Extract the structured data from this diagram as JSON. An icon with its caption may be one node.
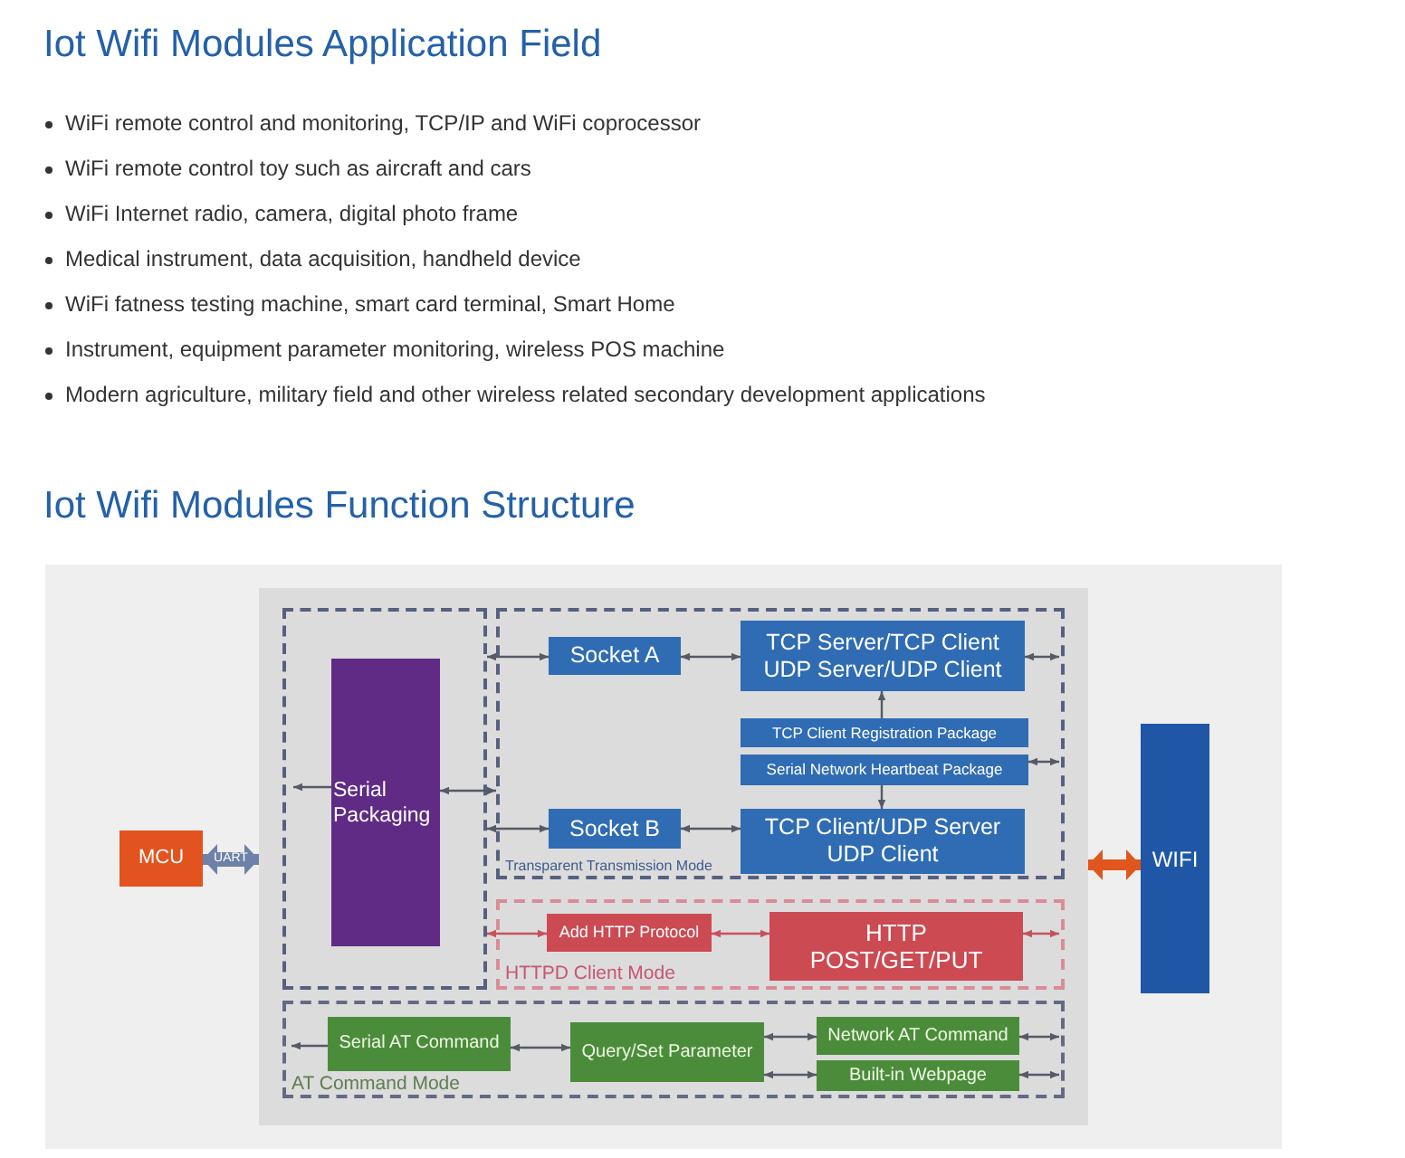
{
  "diagram": {
    "title": "Iot Wifi Modules Application Field",
    "nodes": [
      {
        "text": [
          "MCU"
        ]
      },
      {
        "text": [],
        "shape": "box"
      },
      {
        "text": [],
        "shape": "box",
        "in": 1
      },
      {
        "text": [
          "Serial Packaging"
        ],
        "in": 2
      },
      {
        "text": [
          "Transparent Transmission Mode"
        ],
        "in": 1
      },
      {
        "text": [
          "Socket A"
        ],
        "in": 4
      },
      {
        "text": [
          "TCP Server/TCP Client",
          "UDP Server/UDP Client"
        ],
        "in": 4
      },
      {
        "text": [
          "TCP Client Registration Package"
        ],
        "in": 4
      },
      {
        "text": [
          "Serial Network Heartbeat Package"
        ],
        "in": 4
      },
      {
        "text": [
          "Socket B"
        ],
        "in": 4
      },
      {
        "text": [
          "TCP Client/UDP Server",
          "UDP Client"
        ],
        "in": 4
      },
      {
        "text": [
          "HTTPD Client Mode"
        ],
        "in": 1
      },
      {
        "text": [
          "Add HTTP Protocol"
        ],
        "in": 11
      },
      {
        "text": [
          "HTTP POST/GET/PUT"
        ],
        "in": 11
      },
      {
        "text": [
          "AT Command Mode"
        ],
        "in": 1
      },
      {
        "text": [
          "Serial AT Command"
        ],
        "in": 14
      },
      {
        "text": [
          "Query/Set Parameter"
        ],
        "in": 14
      },
      {
        "text": [
          "Network AT Command"
        ],
        "in": 14
      },
      {
        "text": [
          "Built-in Webpage"
        ],
        "in": 14
      },
      {
        "text": [
          "WIFI"
        ]
      }
    ],
    "edges": [
      {
        "from": 0,
        "to": 1,
        "arrow": "both",
        "label": "UART",
        "style": "thick",
        "color": "#6e81a8"
      },
      {
        "from": 1,
        "to": 19,
        "arrow": "both",
        "style": "thick",
        "color": "#e0561c"
      },
      {
        "from": 3,
        "to": null,
        "arrow": "to"
      },
      {
        "from": 3,
        "to": 4,
        "arrow": "both"
      },
      {
        "from": 2,
        "to": 5,
        "arrow": "both"
      },
      {
        "from": 5,
        "to": 6,
        "arrow": "both"
      },
      {
        "from": 6,
        "to": null,
        "arrow": "both"
      },
      {
        "from": 7,
        "to": 6,
        "arrow": "to"
      },
      {
        "from": 8,
        "to": 10,
        "arrow": "to"
      },
      {
        "from": 8,
        "to": null,
        "arrow": "both"
      },
      {
        "from": 2,
        "to": 9,
        "arrow": "both"
      },
      {
        "from": 9,
        "to": 10,
        "arrow": "both"
      },
      {
        "from": 2,
        "to": 12,
        "arrow": "both",
        "color": "#c8525c"
      },
      {
        "from": 12,
        "to": 13,
        "arrow": "both",
        "color": "#c8525c"
      },
      {
        "from": 13,
        "to": null,
        "arrow": "both",
        "color": "#c8525c"
      },
      {
        "from": 15,
        "to": null,
        "arrow": "to"
      },
      {
        "from": 15,
        "to": 16,
        "arrow": "both"
      },
      {
        "from": 16,
        "to": 17,
        "arrow": "both"
      },
      {
        "from": 16,
        "to": 18,
        "arrow": "both"
      },
      {
        "from": 17,
        "to": null,
        "arrow": "both"
      },
      {
        "from": 18,
        "to": null,
        "arrow": "both"
      }
    ],
    "labels": [
      "WiFi remote control and monitoring, TCP/IP and WiFi coprocessor",
      "WiFi remote control toy such as aircraft and cars",
      "WiFi Internet radio, camera, digital photo frame",
      "Medical instrument, data acquisition, handheld device",
      "WiFi fatness testing machine, smart card terminal, Smart Home",
      "Instrument, equipment parameter monitoring, wireless POS machine",
      "Modern agriculture, military field and other wireless related secondary development applications",
      "Iot Wifi Modules Function Structure"
    ]
  }
}
